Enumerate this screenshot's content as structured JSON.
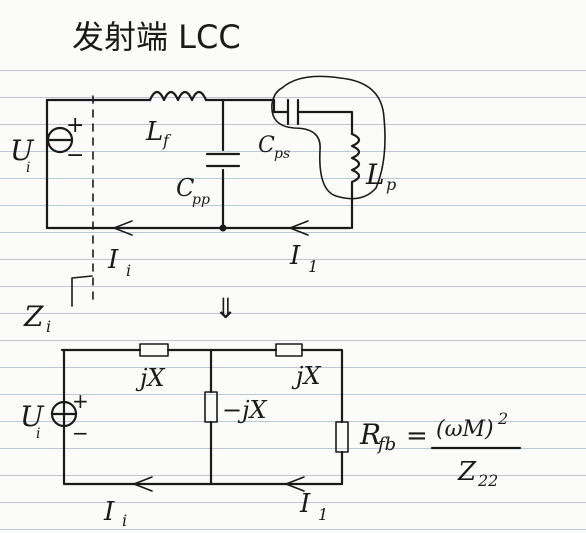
{
  "title": "发射端 LCC",
  "circuit1": {
    "source": "U",
    "source_sub": "i",
    "plus": "+",
    "minus": "−",
    "series_inductor": "L",
    "series_inductor_sub": "f",
    "parallel_cap": "C",
    "parallel_cap_sub": "pp",
    "series_cap": "C",
    "series_cap_sub": "ps",
    "coil": "L",
    "coil_sub": "p",
    "current_in": "I",
    "current_in_sub": "i",
    "current_out": "I",
    "current_out_sub": "1"
  },
  "impedance": "Z",
  "impedance_sub": "i",
  "equivalence_symbol": "⇓",
  "circuit2": {
    "source": "U",
    "source_sub": "i",
    "plus": "+",
    "minus": "−",
    "z_left": "jX",
    "z_mid": "−jX",
    "z_right": "jX",
    "load": "R",
    "load_sub": "fb",
    "eq_sign": "=",
    "numerator": "(ωM)",
    "numerator_exp": "2",
    "denominator": "Z",
    "denominator_sub": "22",
    "current_in": "I",
    "current_in_sub": "i",
    "current_out": "I",
    "current_out_sub": "1"
  }
}
